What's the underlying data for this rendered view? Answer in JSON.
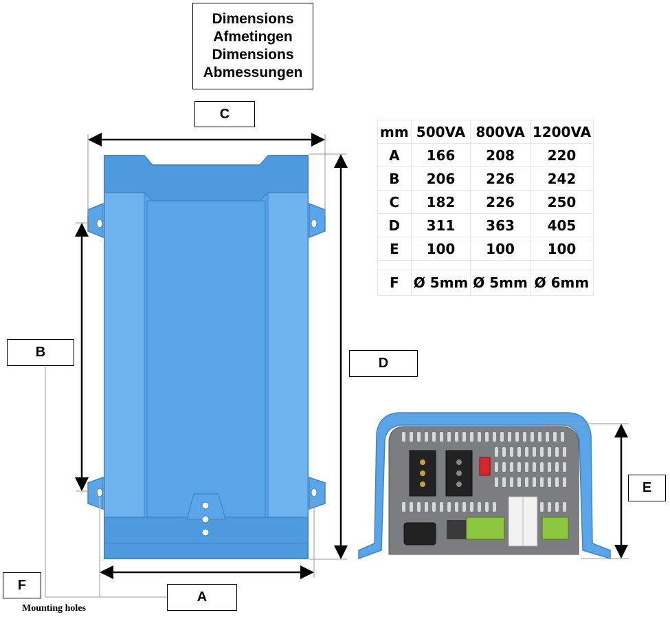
{
  "title": {
    "lines": [
      "Dimensions",
      "Afmetingen",
      "Dimensions",
      "Abmessungen"
    ]
  },
  "labels": {
    "a": "A",
    "b": "B",
    "c": "C",
    "d": "D",
    "e": "E",
    "f": "F"
  },
  "caption": "Mounting holes",
  "table": {
    "header": [
      "mm",
      "500VA",
      "800VA",
      "1200VA"
    ],
    "rows": [
      [
        "A",
        "166",
        "208",
        "220"
      ],
      [
        "B",
        "206",
        "226",
        "242"
      ],
      [
        "C",
        "182",
        "226",
        "250"
      ],
      [
        "D",
        "311",
        "363",
        "405"
      ],
      [
        "E",
        "100",
        "100",
        "100"
      ]
    ],
    "last_row": [
      "F",
      "Ø 5mm",
      "Ø 5mm",
      "Ø 6mm"
    ]
  },
  "colors": {
    "housing_blue": "#5aa5e8",
    "housing_blue_dark": "#3f86c9",
    "panel_gray": "#7b7d80",
    "terminal_green": "#8dc63f",
    "switch_red": "#d9262c"
  }
}
